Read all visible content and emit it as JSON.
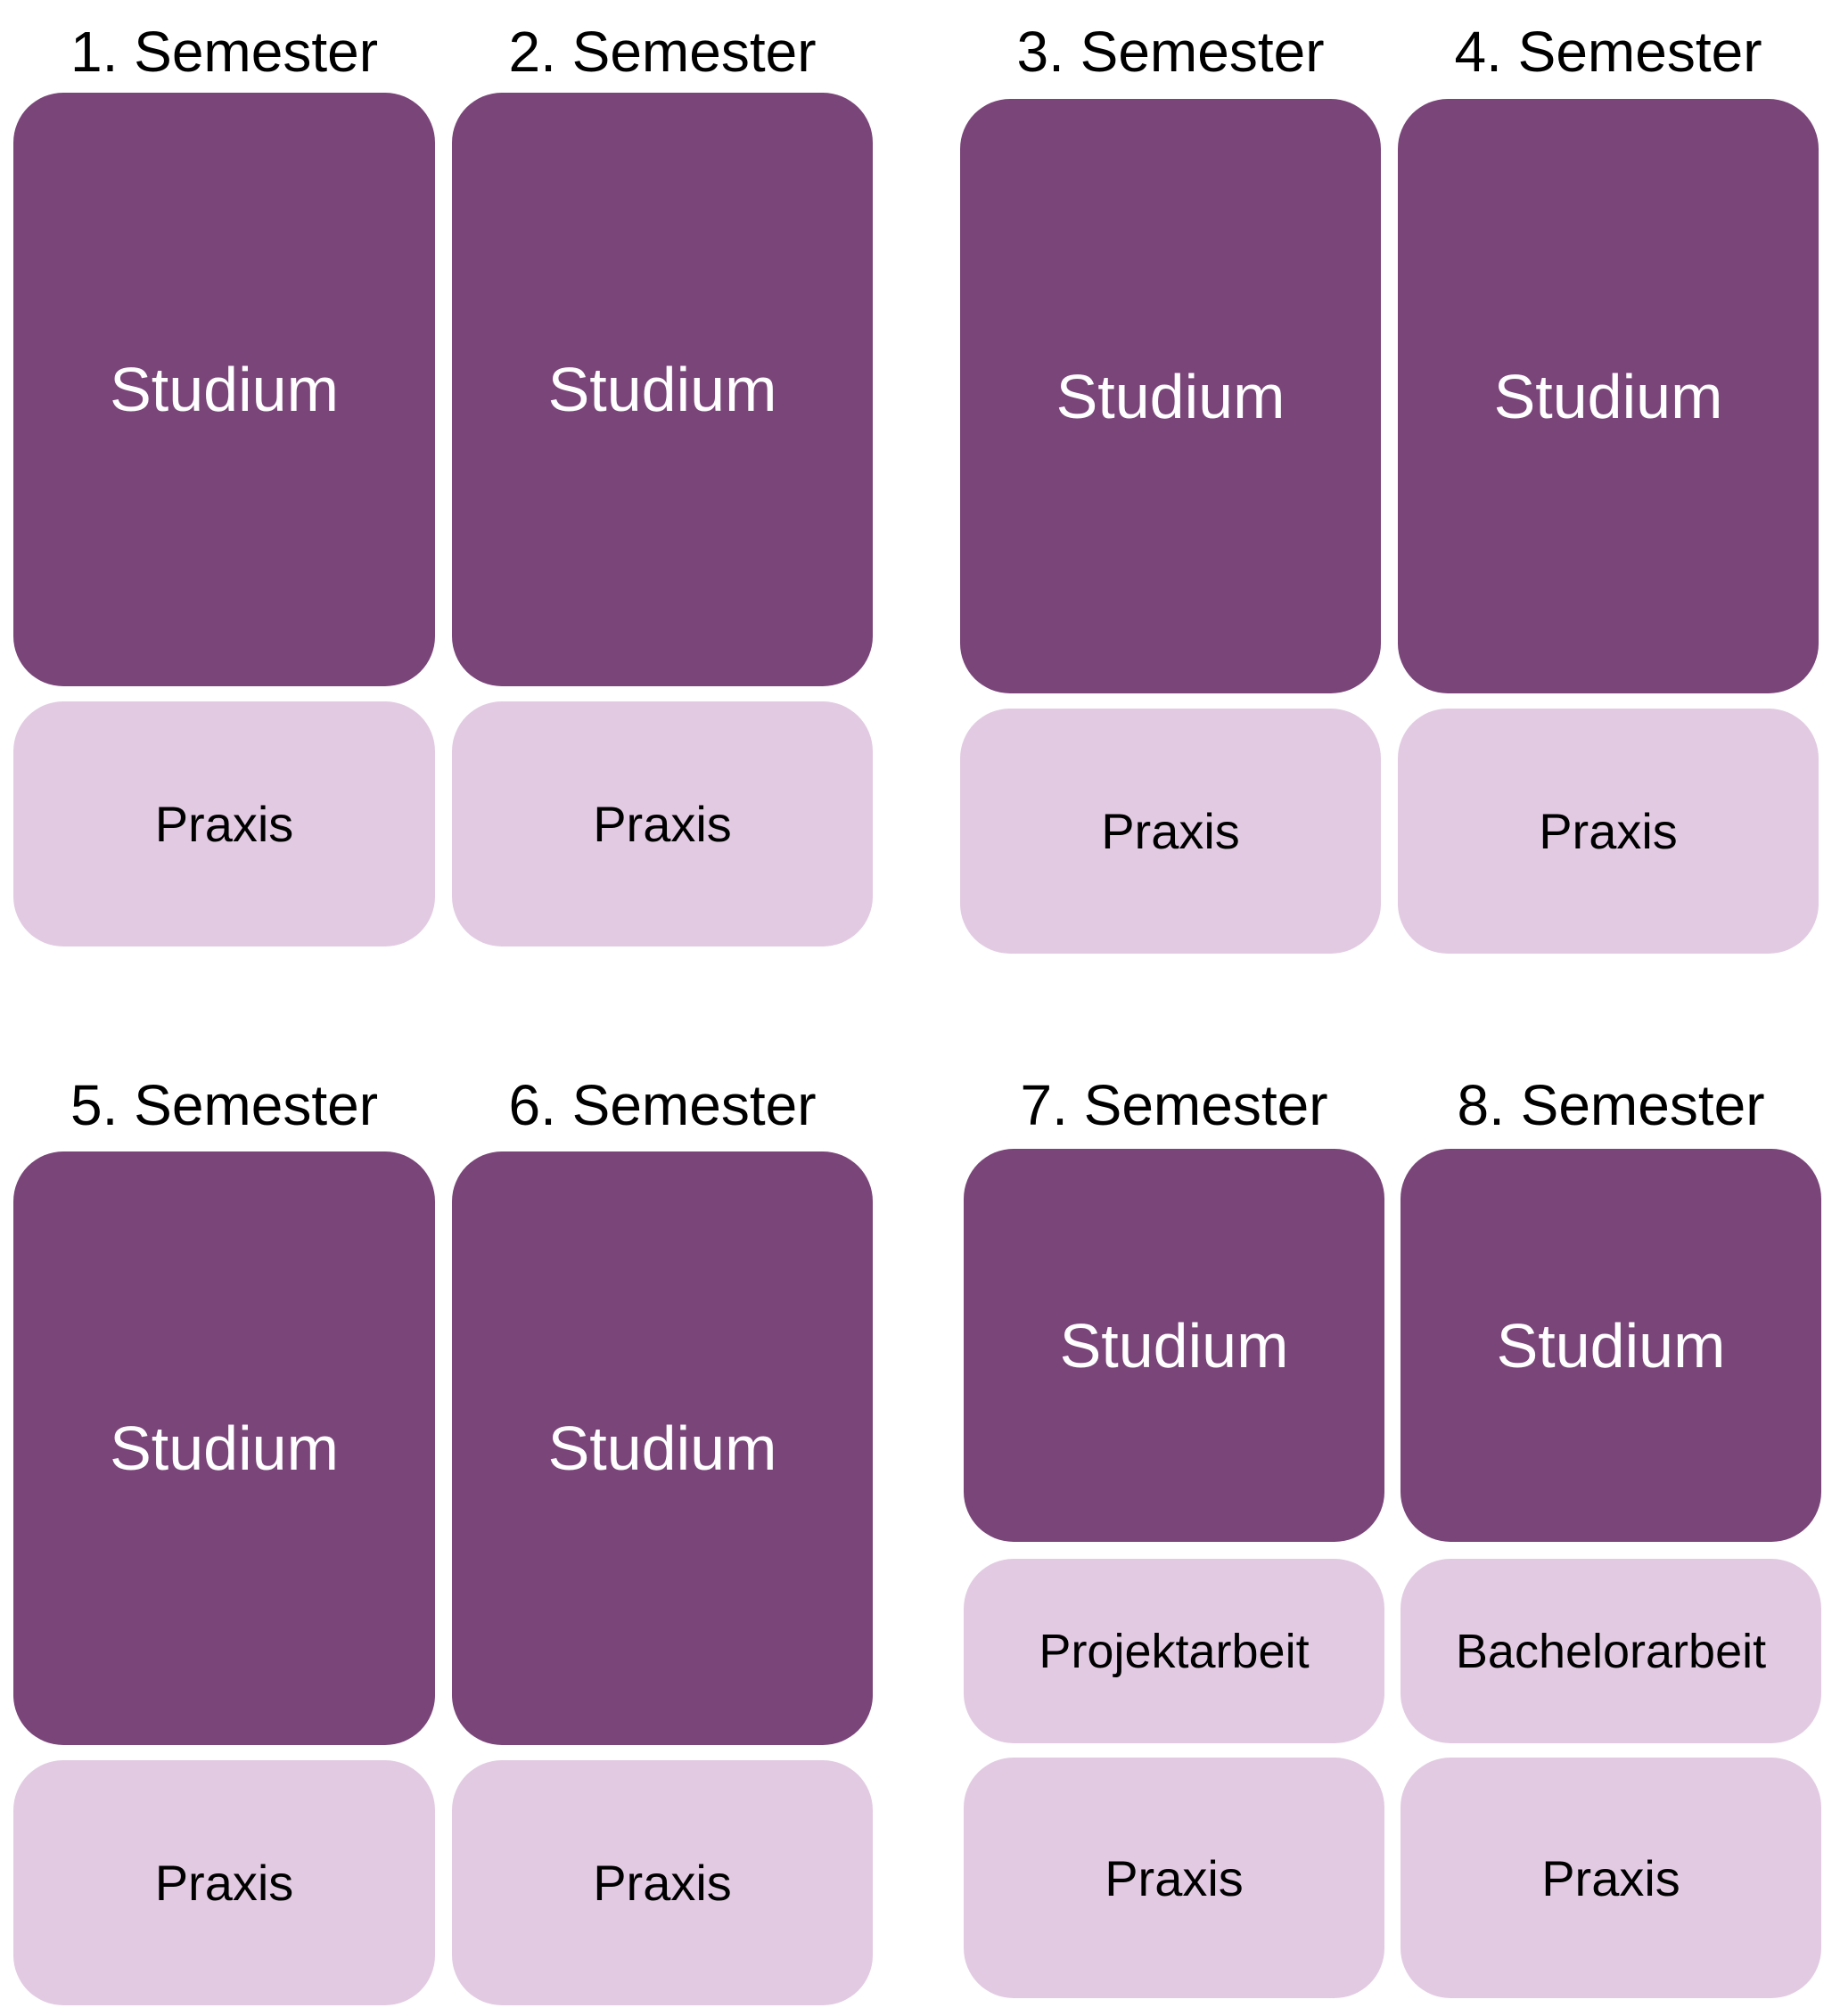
{
  "colors": {
    "studium": "#7a4579",
    "secondary": "#e2cbe2",
    "background": "#ffffff"
  },
  "semesters": [
    {
      "title": "1. Semester",
      "blocks": [
        "Studium",
        "Praxis"
      ]
    },
    {
      "title": "2. Semester",
      "blocks": [
        "Studium",
        "Praxis"
      ]
    },
    {
      "title": "3. Semester",
      "blocks": [
        "Studium",
        "Praxis"
      ]
    },
    {
      "title": "4. Semester",
      "blocks": [
        "Studium",
        "Praxis"
      ]
    },
    {
      "title": "5. Semester",
      "blocks": [
        "Studium",
        "Praxis"
      ]
    },
    {
      "title": "6. Semester",
      "blocks": [
        "Studium",
        "Praxis"
      ]
    },
    {
      "title": "7. Semester",
      "blocks": [
        "Studium",
        "Projektarbeit",
        "Praxis"
      ]
    },
    {
      "title": "8. Semester",
      "blocks": [
        "Studium",
        "Bachelorarbeit",
        "Praxis"
      ]
    }
  ]
}
